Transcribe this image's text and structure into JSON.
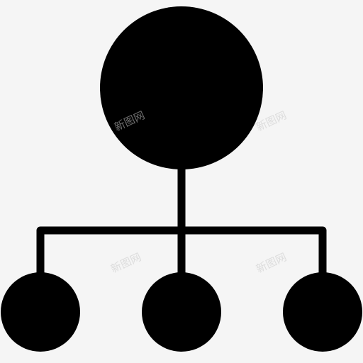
{
  "colors": {
    "background": "#f5f5f5",
    "shape_fill": "#000000",
    "watermark": "#c8c8c8"
  },
  "diagram": {
    "type": "hierarchy-icon",
    "root_node": "parent",
    "child_nodes": [
      "child-left",
      "child-middle",
      "child-right"
    ]
  },
  "watermark": {
    "text": "新图网"
  }
}
